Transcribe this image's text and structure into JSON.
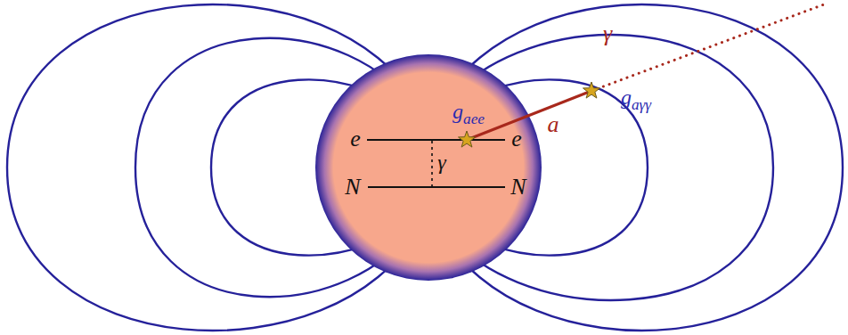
{
  "diagram": {
    "labels": [
      "γ",
      "gaee",
      "a",
      "gaγγ",
      "e",
      "e",
      "γ",
      "N",
      "N"
    ]
  }
}
